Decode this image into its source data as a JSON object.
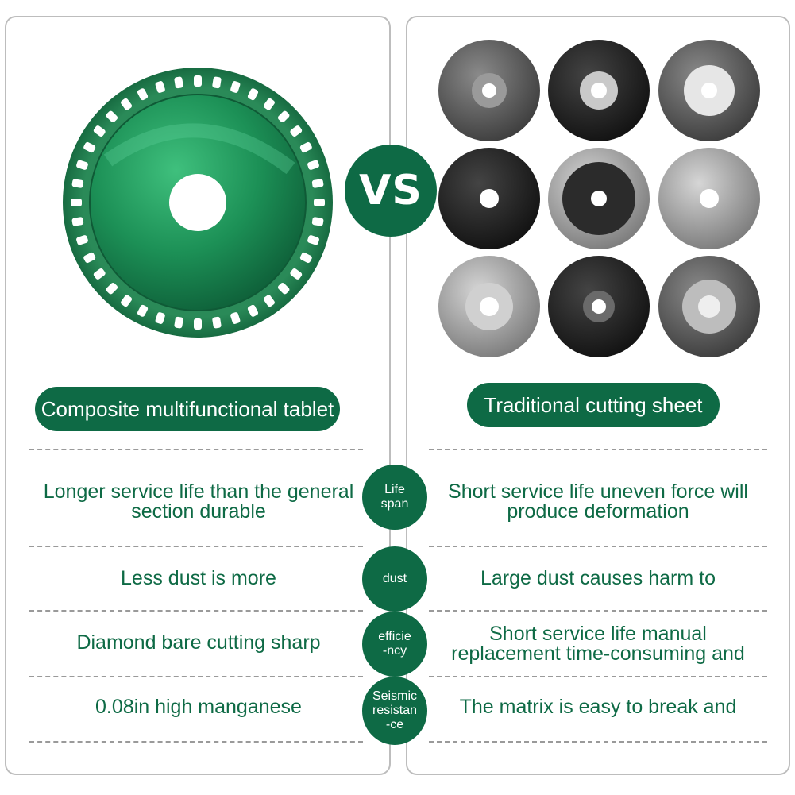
{
  "vs": "VS",
  "left_label": "Composite multifunctional tablet",
  "right_label": "Traditional cutting sheet",
  "colors": {
    "brand_green": "#0e6a45",
    "blade_green": "#1f9a5c",
    "divider": "#9a9a9a"
  },
  "rows": [
    {
      "badge": [
        "Life",
        "span"
      ],
      "left": [
        "Longer service life than the general",
        "section durable"
      ],
      "right": [
        "Short service life uneven force will",
        "produce deformation"
      ]
    },
    {
      "badge": [
        "dust"
      ],
      "left": [
        "Less dust is more"
      ],
      "right": [
        "Large dust causes harm to"
      ]
    },
    {
      "badge": [
        "efficie",
        "-ncy"
      ],
      "left": [
        "Diamond bare cutting sharp"
      ],
      "right": [
        "Short service life manual",
        "replacement time-consuming and"
      ]
    },
    {
      "badge": [
        "Seismic",
        "resistan",
        "-ce"
      ],
      "left": [
        "0.08in high manganese"
      ],
      "right": [
        "The matrix is easy to break and"
      ]
    }
  ]
}
